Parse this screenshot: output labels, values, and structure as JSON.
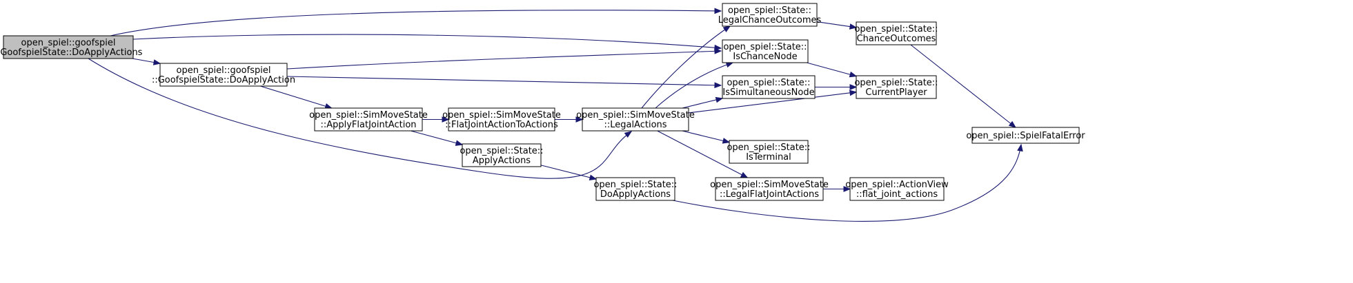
{
  "graph": {
    "colors": {
      "edge": "#191970",
      "root_fill": "#bfbfbf",
      "node_fill": "#ffffff",
      "node_stroke": "#000000"
    },
    "nodes": [
      {
        "id": "goof-doapplyactions",
        "root": true,
        "lines": [
          "open_spiel::goofspiel",
          "::GoofspielState::DoApplyActions"
        ]
      },
      {
        "id": "goof-doapplyaction",
        "lines": [
          "open_spiel::goofspiel",
          "::GoofspielState::DoApplyAction"
        ]
      },
      {
        "id": "applyflatjointaction",
        "lines": [
          "open_spiel::SimMoveState",
          "::ApplyFlatJointAction"
        ]
      },
      {
        "id": "flatjointactiontoactions",
        "lines": [
          "open_spiel::SimMoveState",
          "::FlatJointActionToActions"
        ]
      },
      {
        "id": "applyactions",
        "lines": [
          "open_spiel::State::",
          "ApplyActions"
        ]
      },
      {
        "id": "legalactions",
        "lines": [
          "open_spiel::SimMoveState",
          "::LegalActions"
        ]
      },
      {
        "id": "doapplyactions",
        "lines": [
          "open_spiel::State::",
          "DoApplyActions"
        ]
      },
      {
        "id": "legalchanceoutcomes",
        "lines": [
          "open_spiel::State::",
          "LegalChanceOutcomes"
        ]
      },
      {
        "id": "ischancenode",
        "lines": [
          "open_spiel::State::",
          "IsChanceNode"
        ]
      },
      {
        "id": "issimultaneousnode",
        "lines": [
          "open_spiel::State::",
          "IsSimultaneousNode"
        ]
      },
      {
        "id": "isterminal",
        "lines": [
          "open_spiel::State::",
          "IsTerminal"
        ]
      },
      {
        "id": "legalflatjointactions",
        "lines": [
          "open_spiel::SimMoveState",
          "::LegalFlatJointActions"
        ]
      },
      {
        "id": "chanceoutcomes",
        "lines": [
          "open_spiel::State::",
          "ChanceOutcomes"
        ]
      },
      {
        "id": "currentplayer",
        "lines": [
          "open_spiel::State::",
          "CurrentPlayer"
        ]
      },
      {
        "id": "flat-joint-actions",
        "lines": [
          "open_spiel::ActionView",
          "::flat_joint_actions"
        ]
      },
      {
        "id": "spielfatalerror",
        "lines": [
          "open_spiel::SpielFatalError"
        ]
      }
    ],
    "edges": [
      {
        "from": "goof-doapplyactions",
        "to": "legalchanceoutcomes"
      },
      {
        "from": "goof-doapplyactions",
        "to": "ischancenode"
      },
      {
        "from": "goof-doapplyactions",
        "to": "goof-doapplyaction"
      },
      {
        "from": "goof-doapplyactions",
        "to": "legalactions"
      },
      {
        "from": "goof-doapplyaction",
        "to": "ischancenode"
      },
      {
        "from": "goof-doapplyaction",
        "to": "issimultaneousnode"
      },
      {
        "from": "goof-doapplyaction",
        "to": "applyflatjointaction"
      },
      {
        "from": "applyflatjointaction",
        "to": "flatjointactiontoactions"
      },
      {
        "from": "applyflatjointaction",
        "to": "applyactions"
      },
      {
        "from": "flatjointactiontoactions",
        "to": "legalactions"
      },
      {
        "from": "applyactions",
        "to": "doapplyactions"
      },
      {
        "from": "doapplyactions",
        "to": "spielfatalerror"
      },
      {
        "from": "legalactions",
        "to": "legalchanceoutcomes"
      },
      {
        "from": "legalactions",
        "to": "ischancenode"
      },
      {
        "from": "legalactions",
        "to": "issimultaneousnode"
      },
      {
        "from": "legalactions",
        "to": "currentplayer"
      },
      {
        "from": "legalactions",
        "to": "isterminal"
      },
      {
        "from": "legalactions",
        "to": "legalflatjointactions"
      },
      {
        "from": "legalchanceoutcomes",
        "to": "chanceoutcomes"
      },
      {
        "from": "ischancenode",
        "to": "currentplayer"
      },
      {
        "from": "issimultaneousnode",
        "to": "currentplayer"
      },
      {
        "from": "legalflatjointactions",
        "to": "flat-joint-actions"
      },
      {
        "from": "chanceoutcomes",
        "to": "spielfatalerror"
      }
    ]
  }
}
